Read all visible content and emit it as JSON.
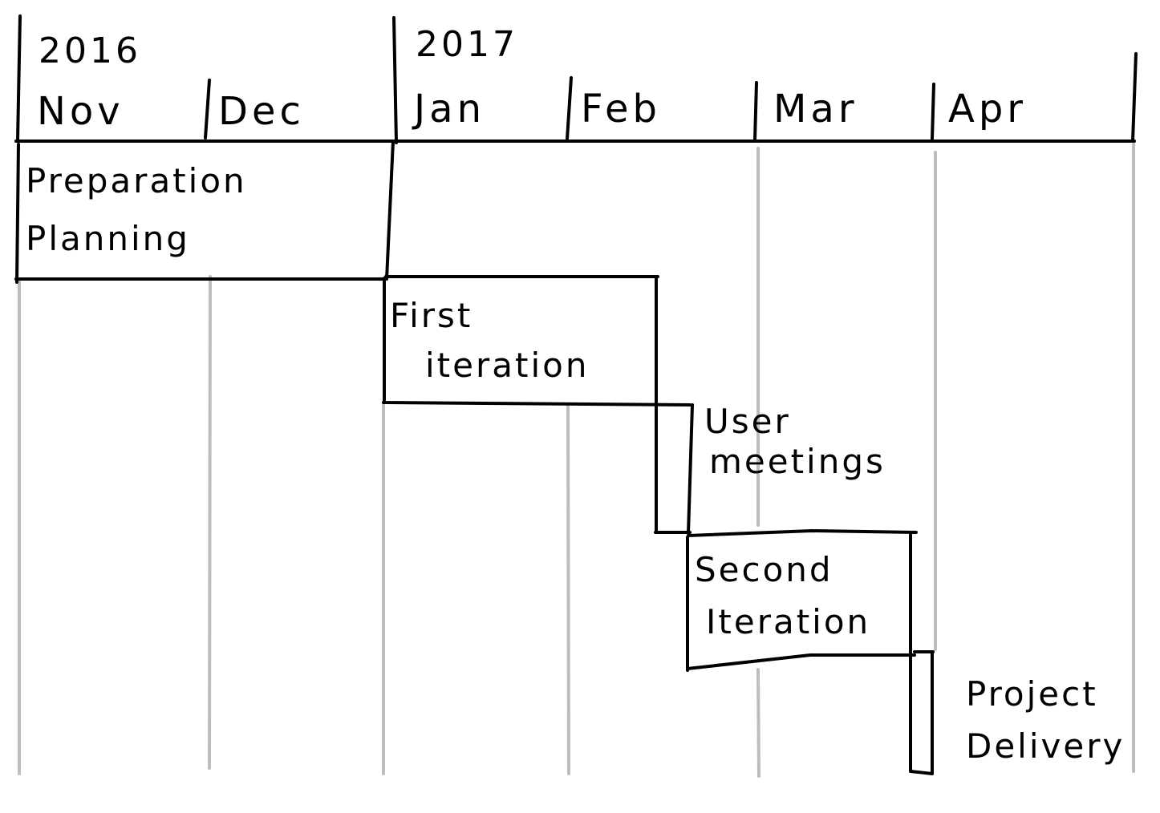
{
  "years": [
    {
      "label": "2016"
    },
    {
      "label": "2017"
    }
  ],
  "months": [
    {
      "label": "Nov"
    },
    {
      "label": "Dec"
    },
    {
      "label": "Jan"
    },
    {
      "label": "Feb"
    },
    {
      "label": "Mar"
    },
    {
      "label": "Apr"
    }
  ],
  "tasks": [
    {
      "line1": "Preparation",
      "line2": "Planning"
    },
    {
      "line1": "First",
      "line2": "iteration"
    },
    {
      "line1": "User",
      "line2": "meetings"
    },
    {
      "line1": "Second",
      "line2": "Iteration"
    },
    {
      "line1": "Project",
      "line2": "Delivery"
    }
  ],
  "colors": {
    "ink": "#000000",
    "grid": "#bdbdbd",
    "background": "#ffffff"
  }
}
